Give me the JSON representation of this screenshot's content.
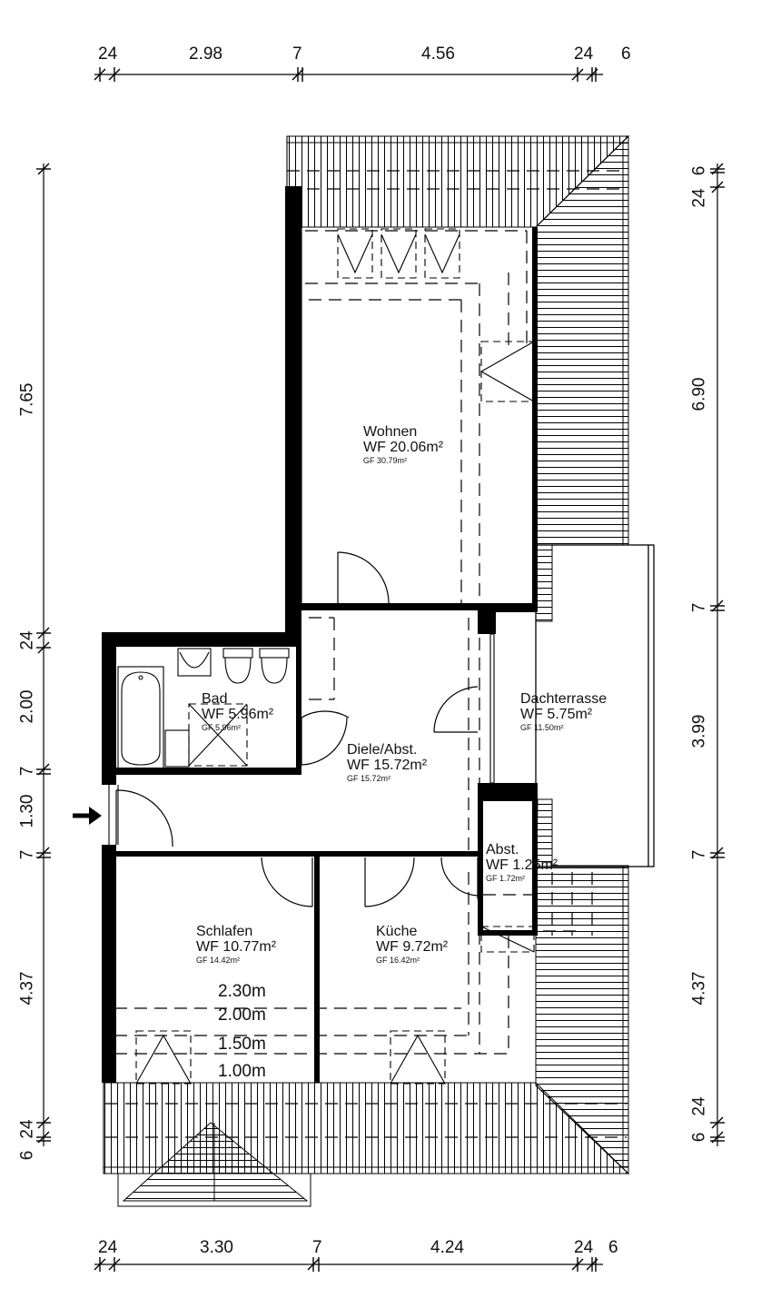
{
  "dimensions": {
    "top": [
      "24",
      "2.98",
      "7",
      "4.56",
      "24",
      "6"
    ],
    "bottom": [
      "24",
      "3.30",
      "7",
      "4.24",
      "24",
      "6"
    ],
    "left": [
      "7.65",
      "24",
      "2.00",
      "7",
      "1.30",
      "7",
      "4.37",
      "24",
      "6"
    ],
    "right": [
      "6",
      "24",
      "6.90",
      "7",
      "3.99",
      "7",
      "4.37",
      "24",
      "6"
    ]
  },
  "rooms": [
    {
      "id": "wohnen",
      "name": "Wohnen",
      "wf": "WF 20.06m²",
      "gf": "GF 30.79m²"
    },
    {
      "id": "bad",
      "name": "Bad",
      "wf": "WF 5.96m²",
      "gf": "GF 5.96m²"
    },
    {
      "id": "diele",
      "name": "Diele/Abst.",
      "wf": "WF 15.72m²",
      "gf": "GF 15.72m²"
    },
    {
      "id": "dachterrasse",
      "name": "Dachterrasse",
      "wf": "WF 5.75m²",
      "gf": "GF 11.50m²"
    },
    {
      "id": "abst",
      "name": "Abst.",
      "wf": "WF 1.25m²",
      "gf": "GF 1.72m²"
    },
    {
      "id": "schlafen",
      "name": "Schlafen",
      "wf": "WF 10.77m²",
      "gf": "GF 14.42m²"
    },
    {
      "id": "kueche",
      "name": "Küche",
      "wf": "WF 9.72m²",
      "gf": "GF 16.42m²"
    }
  ],
  "heights": [
    "2.30m",
    "2.00m",
    "1.50m",
    "1.00m"
  ]
}
